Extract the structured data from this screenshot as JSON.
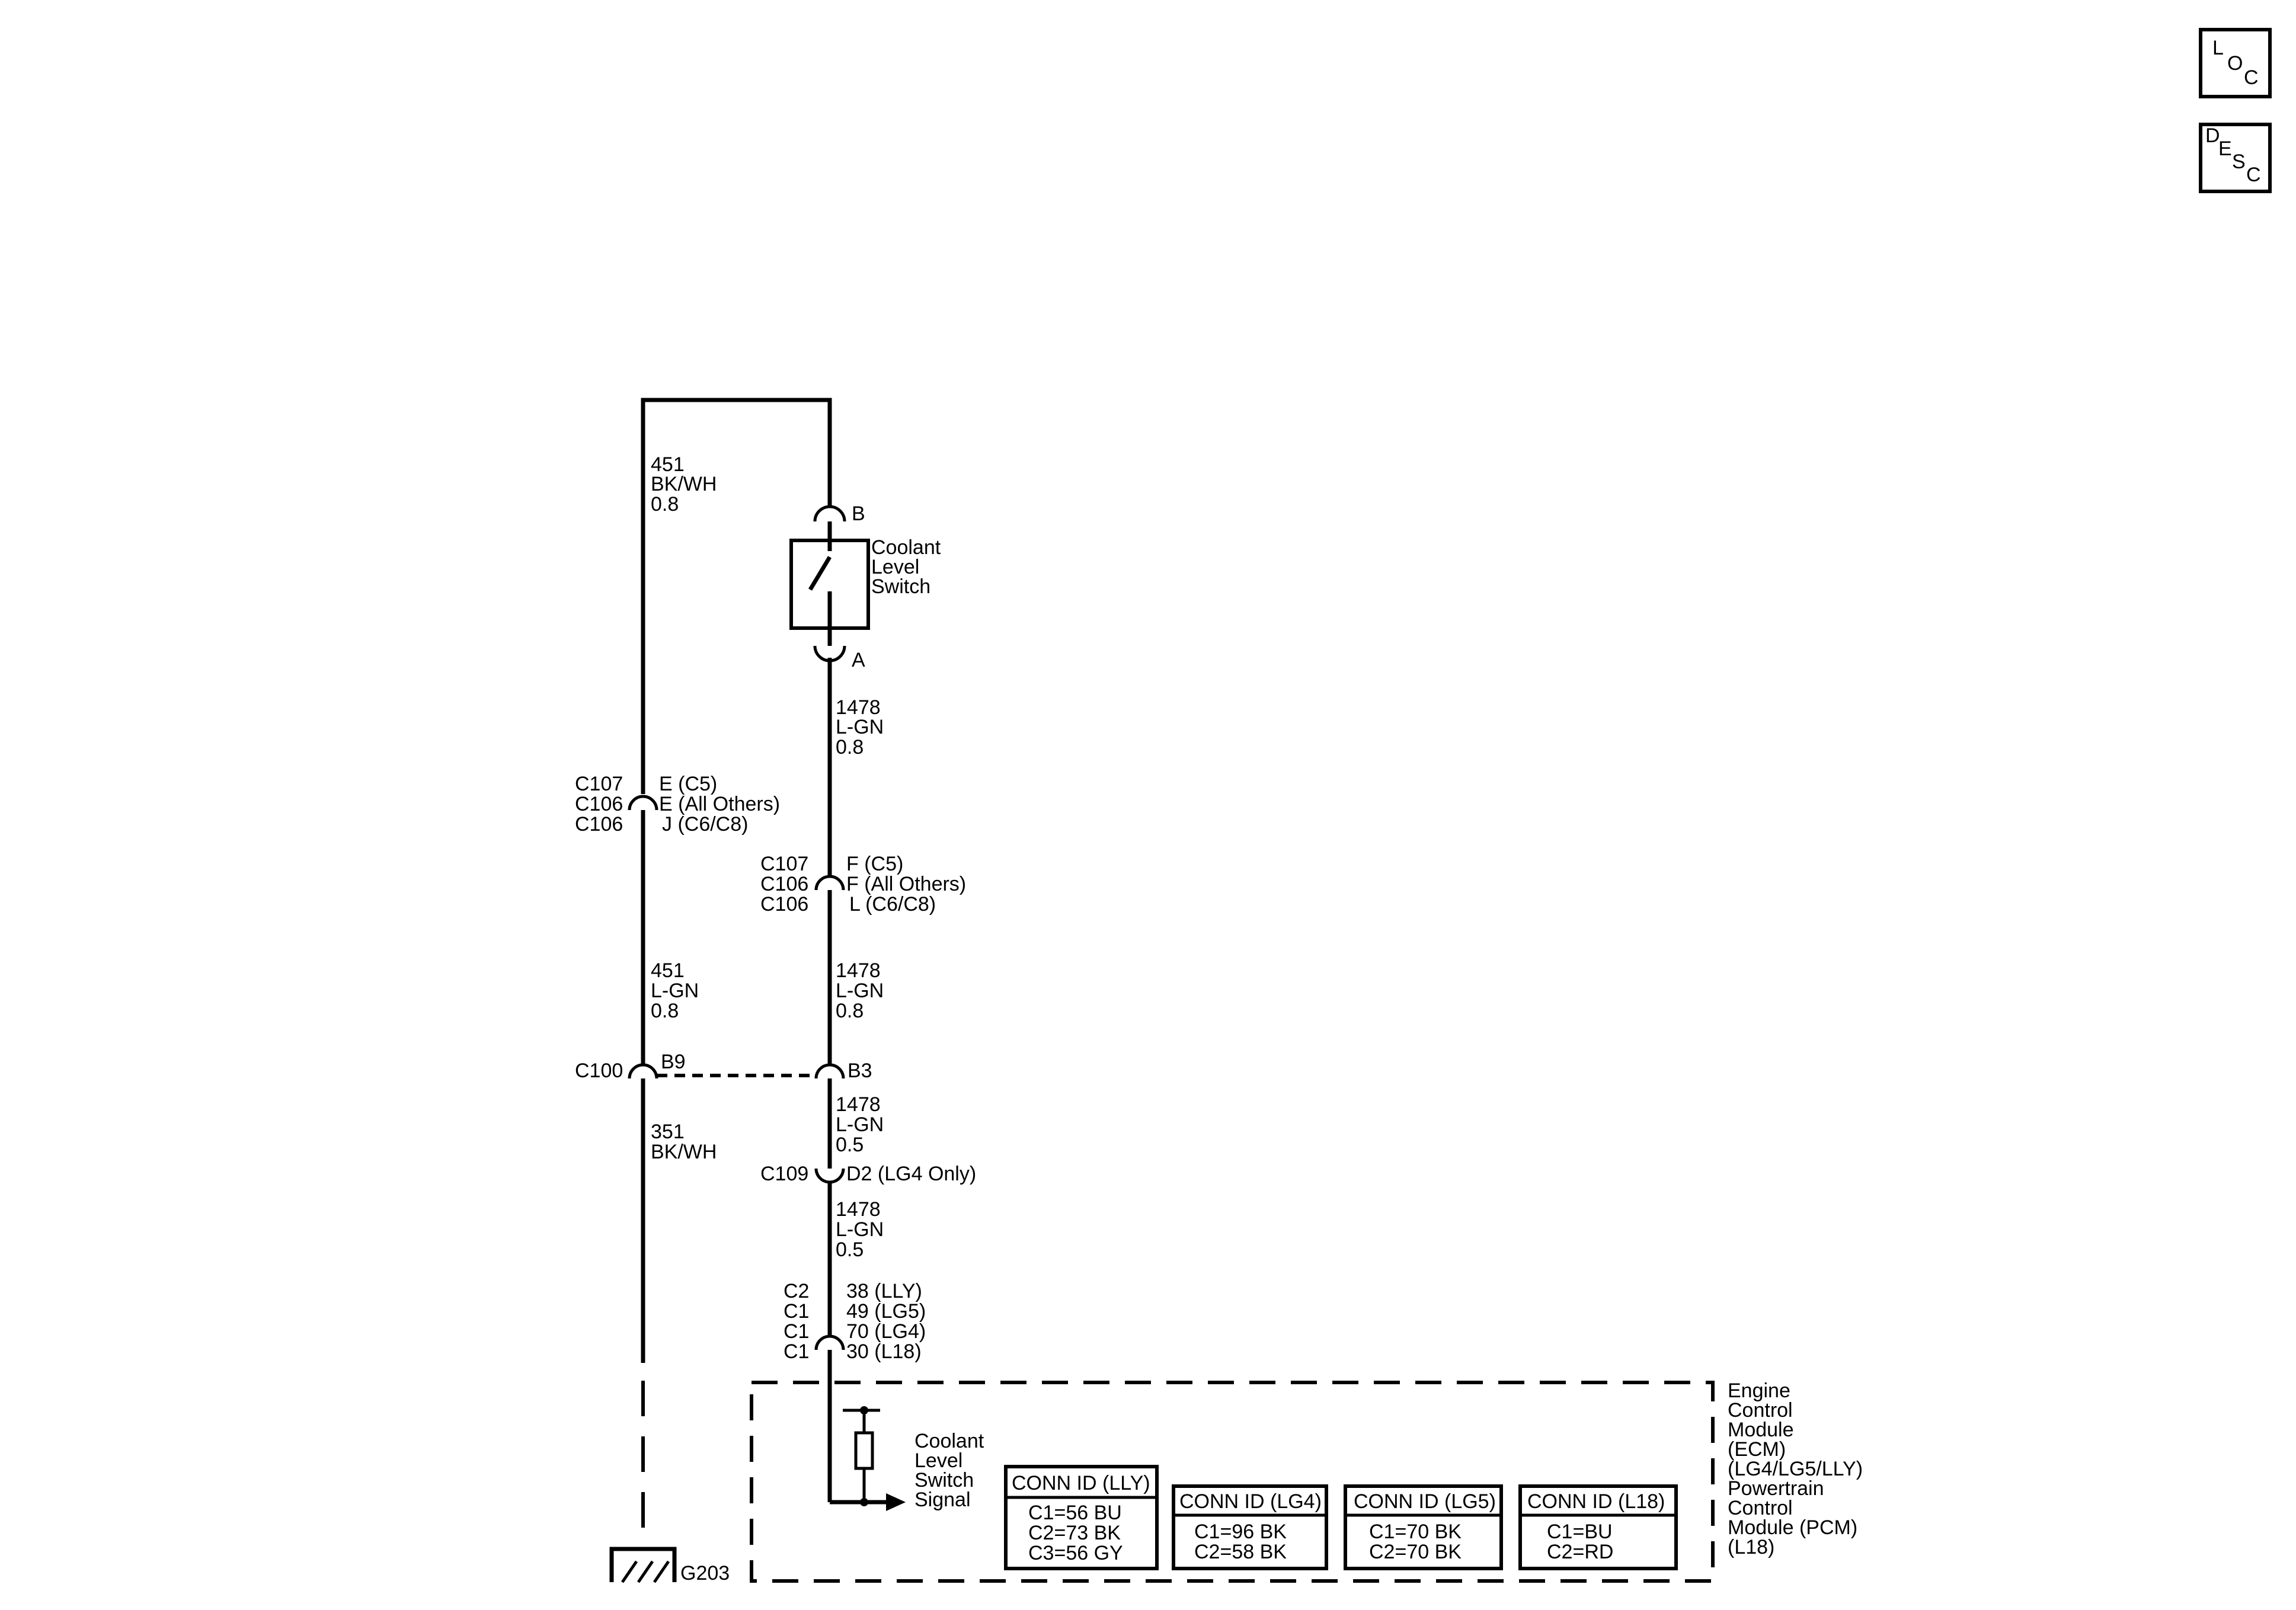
{
  "nav": {
    "loc": [
      "L",
      "O",
      "C"
    ],
    "desc": [
      "D",
      "E",
      "S",
      "C"
    ]
  },
  "switch": {
    "pin_b": "B",
    "pin_a": "A",
    "name": [
      "Coolant",
      "Level",
      "Switch"
    ]
  },
  "wires": {
    "left_top": [
      "451",
      "BK/WH",
      "0.8"
    ],
    "right_top": [
      "1478",
      "L-GN",
      "0.8"
    ],
    "left_mid": [
      "451",
      "L-GN",
      "0.8"
    ],
    "right_mid": [
      "1478",
      "L-GN",
      "0.8"
    ],
    "right_low1": [
      "1478",
      "L-GN",
      "0.5"
    ],
    "left_low": [
      "351",
      "BK/WH"
    ],
    "right_low2": [
      "1478",
      "L-GN",
      "0.5"
    ]
  },
  "connectors": {
    "left_c107": {
      "ids": [
        "C107",
        "C106",
        "C106"
      ],
      "pins": [
        "E (C5)",
        "E (All Others)",
        "J (C6/C8)"
      ]
    },
    "right_c107": {
      "ids": [
        "C107",
        "C106",
        "C106"
      ],
      "pins": [
        "F (C5)",
        "F (All Others)",
        "L (C6/C8)"
      ]
    },
    "c100": {
      "id": "C100",
      "left_pin": "B9",
      "right_pin": "B3"
    },
    "c109": {
      "id": "C109",
      "pin": "D2 (LG4 Only)"
    },
    "module_pins": {
      "ids": [
        "C2",
        "C1",
        "C1",
        "C1"
      ],
      "pins": [
        "38 (LLY)",
        "49 (LG5)",
        "70 (LG4)",
        "30 (L18)"
      ]
    }
  },
  "ground": {
    "label": "G203"
  },
  "signal": {
    "label": [
      "Coolant",
      "Level",
      "Switch",
      "Signal"
    ]
  },
  "module": {
    "label": [
      "Engine",
      "Control",
      "Module",
      "(ECM)",
      "(LG4/LG5/LLY)",
      "Powertrain",
      "Control",
      "Module (PCM)",
      "(L18)"
    ]
  },
  "conn_tables": [
    {
      "title": "CONN ID (LLY)",
      "rows": [
        "C1=56 BU",
        "C2=73 BK",
        "C3=56 GY"
      ]
    },
    {
      "title": "CONN ID (LG4)",
      "rows": [
        "C1=96 BK",
        "C2=58 BK"
      ]
    },
    {
      "title": "CONN ID (LG5)",
      "rows": [
        "C1=70 BK",
        "C2=70 BK"
      ]
    },
    {
      "title": "CONN ID (L18)",
      "rows": [
        "C1=BU",
        "C2=RD"
      ]
    }
  ]
}
